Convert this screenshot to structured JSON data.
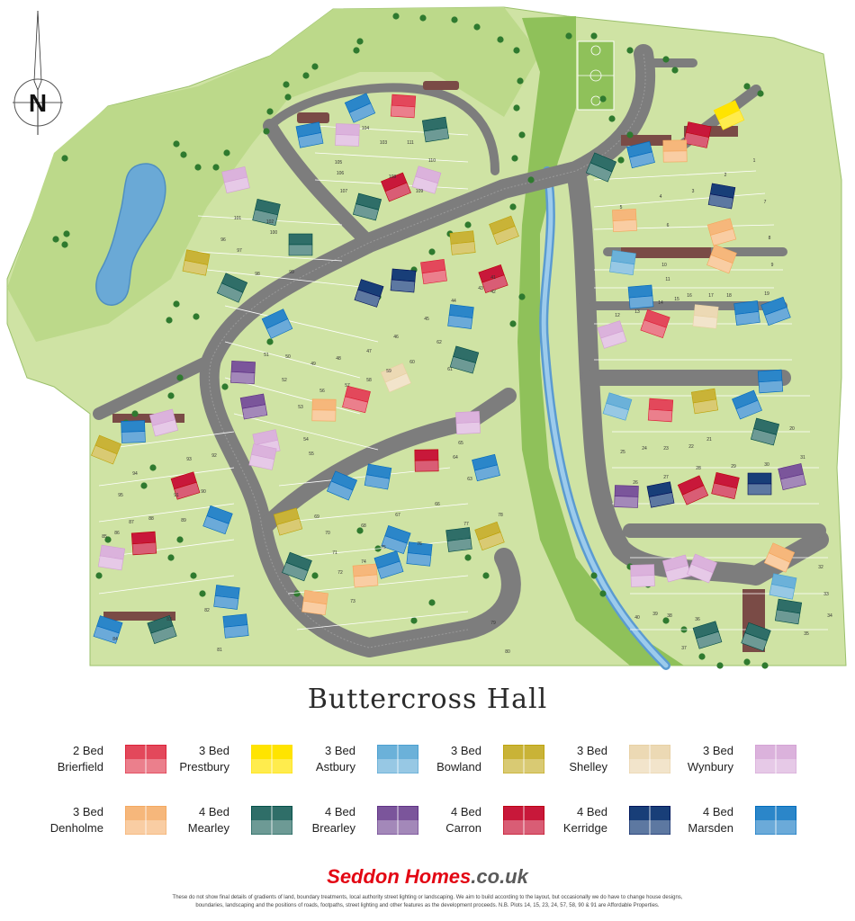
{
  "title": "Buttercross Hall",
  "compass": {
    "letter": "N"
  },
  "legend": [
    {
      "beds": "2 Bed",
      "name": "Brierfield",
      "color": "#e3485b",
      "icon": "brierfield-swatch-icon"
    },
    {
      "beds": "3 Bed",
      "name": "Prestbury",
      "color": "#ffe400",
      "icon": "prestbury-swatch-icon"
    },
    {
      "beds": "3 Bed",
      "name": "Astbury",
      "color": "#6bb1d9",
      "icon": "astbury-swatch-icon"
    },
    {
      "beds": "3 Bed",
      "name": "Bowland",
      "color": "#c9b337",
      "icon": "bowland-swatch-icon"
    },
    {
      "beds": "3 Bed",
      "name": "Shelley",
      "color": "#ecd9b4",
      "icon": "shelley-swatch-icon"
    },
    {
      "beds": "3 Bed",
      "name": "Wynbury",
      "color": "#dbb2dc",
      "icon": "wynbury-swatch-icon"
    },
    {
      "beds": "3 Bed",
      "name": "Denholme",
      "color": "#f6b77b",
      "icon": "denholme-swatch-icon"
    },
    {
      "beds": "4 Bed",
      "name": "Mearley",
      "color": "#2f6e68",
      "icon": "mearley-swatch-icon"
    },
    {
      "beds": "4 Bed",
      "name": "Brearley",
      "color": "#7b559b",
      "icon": "brearley-swatch-icon"
    },
    {
      "beds": "4 Bed",
      "name": "Carron",
      "color": "#c8183a",
      "icon": "carron-swatch-icon"
    },
    {
      "beds": "4 Bed",
      "name": "Kerridge",
      "color": "#183e78",
      "icon": "kerridge-swatch-icon"
    },
    {
      "beds": "4 Bed",
      "name": "Marsden",
      "color": "#2b86c9",
      "icon": "marsden-swatch-icon"
    }
  ],
  "brand": {
    "part1": "Seddon Homes",
    "part2": ".co.uk"
  },
  "disclaimer": {
    "line1": "These do not show final details of gradients of land, boundary treatments, local authority street lighting or landscaping. We aim to build according to the layout, but occasionally we do have to change house designs,",
    "line2": "boundaries, landscaping and the positions of roads, footpaths, street lighting and other features as the development proceeds. N.B. Plots 14, 15, 23, 24, 57, 58, 90 & 91 are Affordable Properties."
  },
  "plots": [
    "1",
    "2",
    "3",
    "4",
    "5",
    "6",
    "7",
    "8",
    "9",
    "10",
    "11",
    "12",
    "13",
    "14",
    "15",
    "16",
    "17",
    "18",
    "19",
    "20",
    "21",
    "22",
    "23",
    "24",
    "25",
    "26",
    "27",
    "28",
    "29",
    "30",
    "31",
    "32",
    "33",
    "34",
    "35",
    "36",
    "37",
    "38",
    "39",
    "40",
    "41",
    "42",
    "43",
    "44",
    "45",
    "46",
    "47",
    "48",
    "49",
    "50",
    "51",
    "52",
    "53",
    "54",
    "55",
    "56",
    "57",
    "58",
    "59",
    "60",
    "61",
    "62",
    "63",
    "64",
    "65",
    "66",
    "67",
    "68",
    "69",
    "70",
    "71",
    "72",
    "73",
    "74",
    "75",
    "76",
    "77",
    "78",
    "79",
    "80",
    "81",
    "82",
    "83",
    "84",
    "85",
    "86",
    "87",
    "88",
    "89",
    "90",
    "91",
    "92",
    "93",
    "94",
    "95",
    "96",
    "97",
    "98",
    "99",
    "100",
    "101",
    "102",
    "103",
    "104",
    "105",
    "106",
    "107",
    "108",
    "109",
    "110",
    "111"
  ],
  "houses": [
    {
      "t": "prestbury"
    },
    {
      "t": "carron"
    },
    {
      "t": "denholme"
    },
    {
      "t": "marsden"
    },
    {
      "t": "mearley"
    },
    {
      "t": "kerridge"
    },
    {
      "t": "denholme"
    },
    {
      "t": "denholme"
    },
    {
      "t": "denholme"
    },
    {
      "t": "astbury"
    },
    {
      "t": "marsden"
    },
    {
      "t": "wynbury"
    },
    {
      "t": "brierfield"
    },
    {
      "t": "shelley"
    },
    {
      "t": "marsden"
    },
    {
      "t": "marsden"
    },
    {
      "t": "astbury"
    },
    {
      "t": "brierfield"
    },
    {
      "t": "bowland"
    },
    {
      "t": "marsden"
    },
    {
      "t": "mearley"
    },
    {
      "t": "brearley"
    },
    {
      "t": "kerridge"
    },
    {
      "t": "carron"
    },
    {
      "t": "carron"
    },
    {
      "t": "kerridge"
    },
    {
      "t": "brearley"
    },
    {
      "t": "denholme"
    },
    {
      "t": "astbury"
    },
    {
      "t": "wynbury"
    },
    {
      "t": "wynbury"
    },
    {
      "t": "wynbury"
    },
    {
      "t": "mearley"
    },
    {
      "t": "marsden"
    },
    {
      "t": "mearley"
    },
    {
      "t": "mearley"
    },
    {
      "t": "marsden"
    },
    {
      "t": "bowland"
    },
    {
      "t": "carron"
    },
    {
      "t": "kerridge"
    },
    {
      "t": "kerridge"
    },
    {
      "t": "brierfield"
    },
    {
      "t": "bowland"
    },
    {
      "t": "mearley"
    },
    {
      "t": "brearley"
    },
    {
      "t": "brearley"
    },
    {
      "t": "shelley"
    },
    {
      "t": "brierfield"
    },
    {
      "t": "denholme"
    },
    {
      "t": "wynbury"
    },
    {
      "t": "marsden"
    },
    {
      "t": "wynbury"
    },
    {
      "t": "carron"
    },
    {
      "t": "marsden"
    },
    {
      "t": "marsden"
    },
    {
      "t": "marsden"
    },
    {
      "t": "wynbury"
    },
    {
      "t": "bowland"
    },
    {
      "t": "mearley"
    },
    {
      "t": "denholme"
    },
    {
      "t": "denholme"
    },
    {
      "t": "marsden"
    },
    {
      "t": "marsden"
    },
    {
      "t": "marsden"
    },
    {
      "t": "mearley"
    },
    {
      "t": "bowland"
    },
    {
      "t": "wynbury"
    },
    {
      "t": "brierfield"
    },
    {
      "t": "mearley"
    },
    {
      "t": "carron"
    },
    {
      "t": "mearley"
    },
    {
      "t": "wynbury"
    },
    {
      "t": "marsden"
    },
    {
      "t": "marsden"
    },
    {
      "t": "mearley"
    },
    {
      "t": "mearley"
    },
    {
      "t": "wynbury"
    },
    {
      "t": "mearley"
    },
    {
      "t": "bowland"
    },
    {
      "t": "marsden"
    },
    {
      "t": "wynbury"
    },
    {
      "t": "bowland"
    },
    {
      "t": "wynbury"
    },
    {
      "t": "carron"
    },
    {
      "t": "carron"
    },
    {
      "t": "marsden"
    },
    {
      "t": "marsden"
    },
    {
      "t": "marsden"
    },
    {
      "t": "mearley"
    },
    {
      "t": "marsden"
    }
  ]
}
